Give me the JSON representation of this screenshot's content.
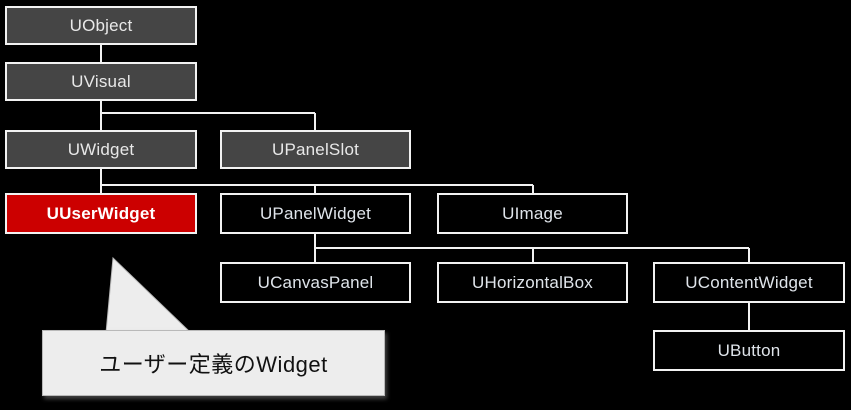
{
  "diagram": {
    "title": "UMG Widget class hierarchy",
    "background_color": "#000000",
    "node_fill_dark": "#454545",
    "node_fill_hollow": "#000000",
    "node_border_color": "#f2f2f2",
    "node_text_color": "#dfe4ea",
    "accent_color": "#cc0000",
    "callout_fill": "#ededed",
    "callout_text_color": "#111111",
    "nodes": [
      {
        "id": "uobject",
        "label": "UObject",
        "style": "filled"
      },
      {
        "id": "uvisual",
        "label": "UVisual",
        "style": "filled"
      },
      {
        "id": "uwidget",
        "label": "UWidget",
        "style": "filled"
      },
      {
        "id": "upanelslot",
        "label": "UPanelSlot",
        "style": "filled"
      },
      {
        "id": "uuserwidget",
        "label": "UUserWidget",
        "style": "accent"
      },
      {
        "id": "upanelwidget",
        "label": "UPanelWidget",
        "style": "hollow"
      },
      {
        "id": "uimage",
        "label": "UImage",
        "style": "hollow"
      },
      {
        "id": "ucanvaspanel",
        "label": "UCanvasPanel",
        "style": "hollow"
      },
      {
        "id": "uhorizontalbox",
        "label": "UHorizontalBox",
        "style": "hollow"
      },
      {
        "id": "ucontentwidget",
        "label": "UContentWidget",
        "style": "hollow"
      },
      {
        "id": "ubutton",
        "label": "UButton",
        "style": "hollow"
      }
    ],
    "edges": [
      {
        "from": "uobject",
        "to": "uvisual"
      },
      {
        "from": "uvisual",
        "to": "uwidget"
      },
      {
        "from": "uvisual",
        "to": "upanelslot"
      },
      {
        "from": "uwidget",
        "to": "uuserwidget"
      },
      {
        "from": "uwidget",
        "to": "upanelwidget"
      },
      {
        "from": "uwidget",
        "to": "uimage"
      },
      {
        "from": "upanelwidget",
        "to": "ucanvaspanel"
      },
      {
        "from": "upanelwidget",
        "to": "uhorizontalbox"
      },
      {
        "from": "upanelwidget",
        "to": "ucontentwidget"
      },
      {
        "from": "ucontentwidget",
        "to": "ubutton"
      }
    ],
    "callout": {
      "id": "user-defined-widget-callout",
      "text": "ユーザー定義のWidget",
      "points_to": "uuserwidget"
    }
  }
}
